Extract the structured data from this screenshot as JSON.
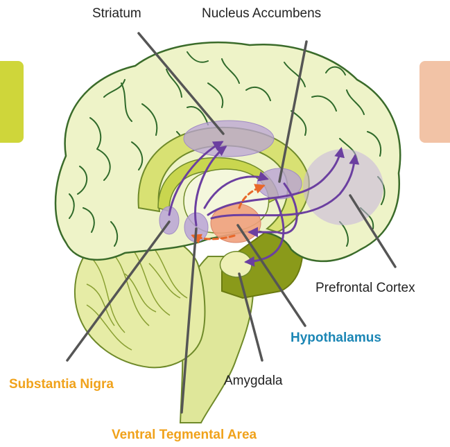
{
  "labels": {
    "striatum": "Striatum",
    "nucleus_accumbens": "Nucleus Accumbens",
    "prefrontal_cortex": "Prefrontal Cortex",
    "hypothalamus": "Hypothalamus",
    "amygdala": "Amygdala",
    "substantia_nigra": "Substantia Nigra",
    "ventral_tegmental_area": "Ventral Tegmental Area"
  },
  "colors": {
    "highlight_blue": "#1b86b5",
    "highlight_orange": "#f0a21b",
    "plain_text": "#222222",
    "pathway_purple": "#6b3fa0",
    "pathway_orange": "#e8682a",
    "region_purple": "#b9a3d6",
    "region_orange": "#f0a07c",
    "brain_fill": "#eef3c8",
    "brain_outline": "#3a6b2a",
    "cerebellum_fill": "#dfe79a",
    "brainstem_fill": "#c9d64f",
    "dark_olive": "#8a9a1a",
    "side_tab_green": "#cfd63a",
    "side_tab_peach": "#f2c3a6"
  }
}
